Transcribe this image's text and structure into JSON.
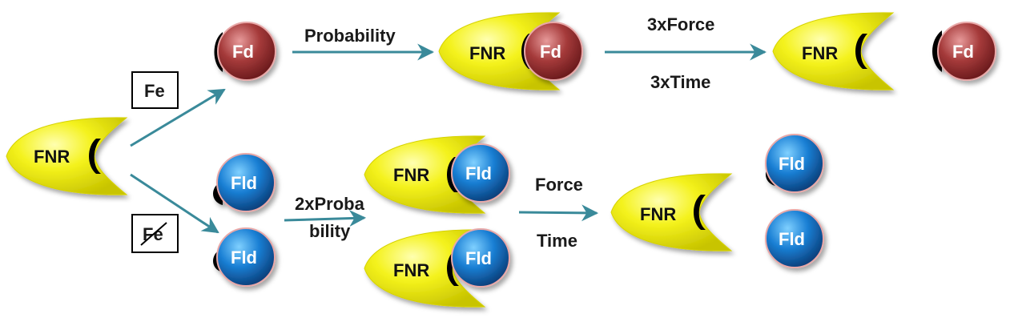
{
  "labels": {
    "fnr": "FNR",
    "fd": "Fd",
    "fld": "Fld",
    "fe": "Fe",
    "no_fe": "Fe",
    "probability": "Probability",
    "force3": "3xForce",
    "time3": "3xTime",
    "prob2_line1": "2xProba",
    "prob2_line2": "bility",
    "force": "Force",
    "time": "Time"
  },
  "colors": {
    "fnr_fill": "#f2f21a",
    "fnr_edge": "#c9c900",
    "fd_fill": "#a8383a",
    "fld_fill": "#1a7fd4",
    "arrow": "#3a8a9a",
    "ring": "#e8a8a8"
  }
}
